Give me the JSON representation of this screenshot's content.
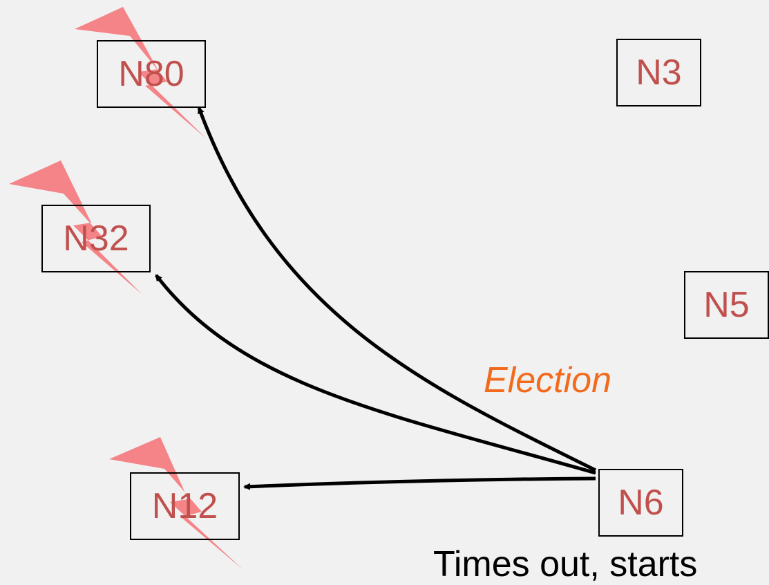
{
  "nodes": {
    "n80": "N80",
    "n3": "N3",
    "n32": "N32",
    "n5": "N5",
    "n12": "N12",
    "n6": "N6"
  },
  "edge_label": "Election",
  "caption": "Times out, starts",
  "colors": {
    "background": "#f1f1f1",
    "node_text": "#c0504d",
    "edge_label": "#f26b1d",
    "failure_mark": "#f47174",
    "arrow": "#000000"
  },
  "failed_nodes": [
    "N80",
    "N32",
    "N12"
  ],
  "icons": {
    "failure": "lightning-bolt-icon"
  }
}
